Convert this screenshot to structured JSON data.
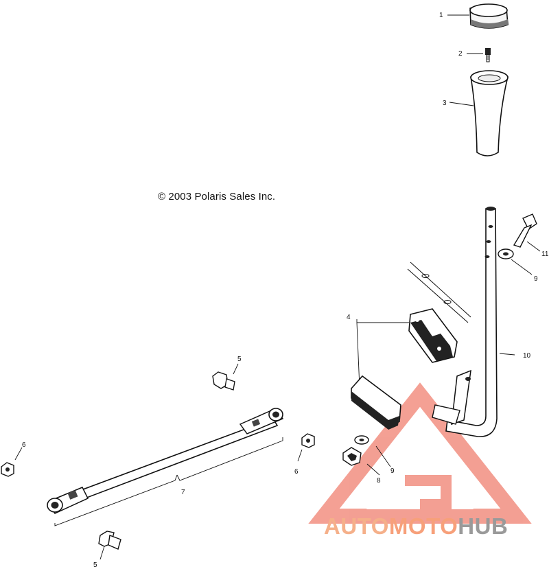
{
  "copyright": "© 2003 Polaris Sales Inc.",
  "callouts": [
    {
      "id": "c1",
      "text": "1"
    },
    {
      "id": "c2",
      "text": "2"
    },
    {
      "id": "c3",
      "text": "3"
    },
    {
      "id": "c4",
      "text": "4"
    },
    {
      "id": "c5a",
      "text": "5"
    },
    {
      "id": "c5b",
      "text": "5"
    },
    {
      "id": "c6a",
      "text": "6"
    },
    {
      "id": "c6b",
      "text": "6"
    },
    {
      "id": "c7",
      "text": "7"
    },
    {
      "id": "c8",
      "text": "8"
    },
    {
      "id": "c9a",
      "text": "9"
    },
    {
      "id": "c9b",
      "text": "9"
    },
    {
      "id": "c10",
      "text": "10"
    },
    {
      "id": "c11",
      "text": "11"
    }
  ],
  "watermark": {
    "part1": "AUTO",
    "part2": "MOTO",
    "part3": "HUB",
    "color_auto": "#f5b08a",
    "color_moto": "#f7a07a",
    "color_hub": "#9a9a9a",
    "triangle_color": "#f08070"
  }
}
